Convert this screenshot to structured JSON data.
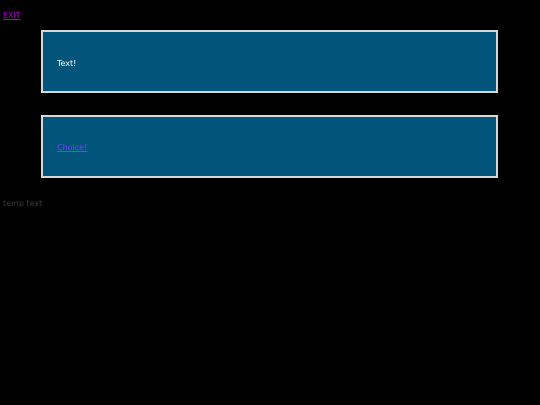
{
  "header": {
    "exit_label": "EXIT"
  },
  "panels": [
    {
      "text": "Text!"
    },
    {
      "choice_label": "Choice!"
    }
  ],
  "footer": {
    "temp_text": "temp text"
  },
  "colors": {
    "background": "#000000",
    "panel_fill": "#02547a",
    "panel_border": "#d7d7d7",
    "link": "#b000d0",
    "choice_link": "#7a3cff"
  }
}
